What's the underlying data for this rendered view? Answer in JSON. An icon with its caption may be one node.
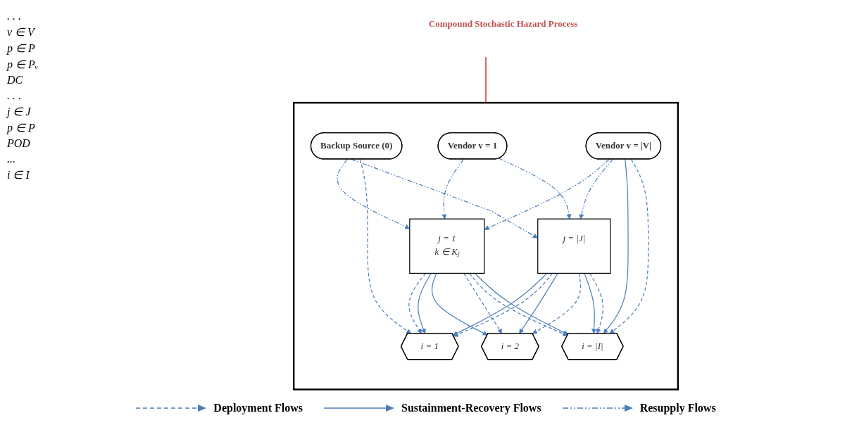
{
  "diagram": {
    "nodes": [
      {
        "text": [],
        "shape": "box"
      },
      {
        "text": [
          "Backup Source (0)"
        ],
        "in": 0
      },
      {
        "text": [
          "Vendor v = 1"
        ],
        "in": 0
      },
      {
        "text": [
          "Vendor v = |V|"
        ],
        "in": 0
      },
      {
        "text": [
          "j = 1",
          "k ∈ Kⱼ"
        ],
        "in": 0
      },
      {
        "text": [
          "j = |J|"
        ],
        "in": 0
      },
      {
        "text": [
          "i = 1"
        ],
        "in": 0
      },
      {
        "text": [
          "i = 2"
        ],
        "in": 0
      },
      {
        "text": [
          "i = |I|"
        ],
        "in": 0
      },
      {
        "text": [
          "Compound Stochastic Hazard Process"
        ]
      }
    ],
    "edges": [
      {
        "from": 1,
        "to": 4,
        "arrow": "to",
        "style": "dashed"
      },
      {
        "from": 1,
        "to": 5,
        "arrow": "to",
        "style": "dashed"
      },
      {
        "from": 2,
        "to": 4,
        "arrow": "to",
        "style": "dashed"
      },
      {
        "from": 2,
        "to": 5,
        "arrow": "to",
        "style": "dashed"
      },
      {
        "from": 3,
        "to": 4,
        "arrow": "to",
        "style": "dashed"
      },
      {
        "from": 3,
        "to": 5,
        "arrow": "to",
        "style": "dashed"
      },
      {
        "from": 1,
        "to": 6,
        "arrow": "to",
        "style": "dashed"
      },
      {
        "from": 3,
        "to": 8,
        "arrow": "to"
      },
      {
        "from": 3,
        "to": 8,
        "arrow": "to",
        "style": "dashed"
      },
      {
        "from": 4,
        "to": 6,
        "arrow": "to",
        "style": "dashed"
      },
      {
        "from": 4,
        "to": 6,
        "arrow": "to"
      },
      {
        "from": 4,
        "to": 7,
        "arrow": "to"
      },
      {
        "from": 4,
        "to": 7,
        "arrow": "to",
        "style": "dashed"
      },
      {
        "from": 4,
        "to": 8,
        "arrow": "to",
        "style": "dashed"
      },
      {
        "from": 4,
        "to": 8,
        "arrow": "to"
      },
      {
        "from": 5,
        "to": 6,
        "arrow": "to"
      },
      {
        "from": 5,
        "to": 6,
        "arrow": "to",
        "style": "dashed"
      },
      {
        "from": 5,
        "to": 7,
        "arrow": "to"
      },
      {
        "from": 5,
        "to": 7,
        "arrow": "to",
        "style": "dashed"
      },
      {
        "from": 5,
        "to": 8,
        "arrow": "to"
      },
      {
        "from": 5,
        "to": 8,
        "arrow": "to",
        "style": "dashed"
      },
      {
        "from": 9,
        "to": 0,
        "arrow": "none",
        "color": "#c00000"
      }
    ],
    "labels": [
      ". . .",
      "v ∈ V",
      "p ∈ P",
      "p ∈ Pᵥ",
      "DC",
      ". . .",
      "j ∈ J",
      "p ∈ P",
      "POD",
      "...",
      "i ∈ I"
    ],
    "legend": [
      {
        "text": "Deployment Flows"
      },
      {
        "text": "Sustainment-Recovery Flows"
      },
      {
        "text": "Resupply Flows"
      }
    ]
  }
}
